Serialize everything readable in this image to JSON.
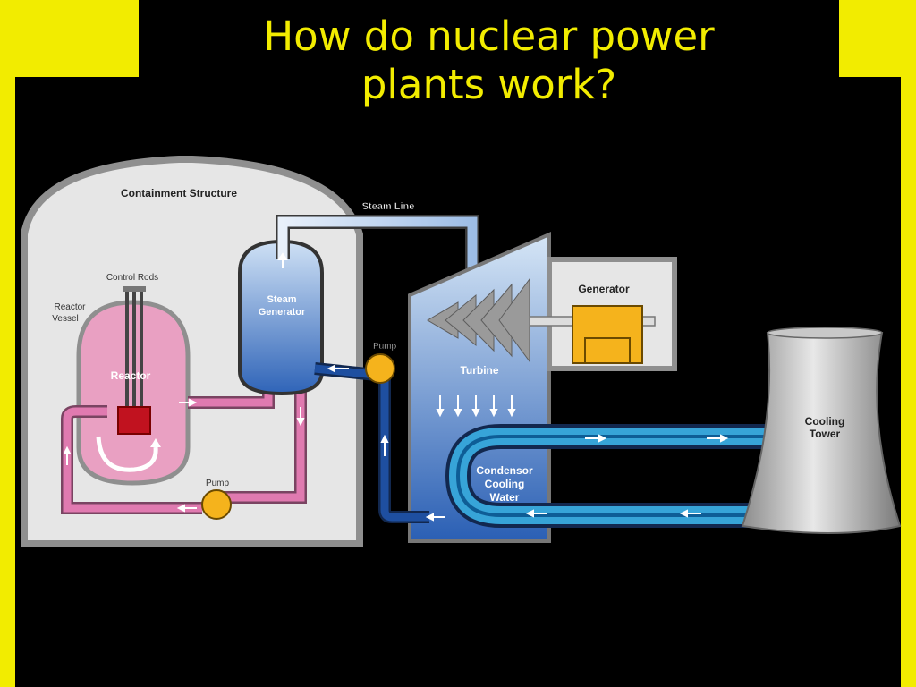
{
  "slide": {
    "title_line1": "How do nuclear power",
    "title_line2": "plants work?"
  },
  "diagram": {
    "labels": {
      "containment": "Containment Structure",
      "steam_line": "Steam Line",
      "control_rods": "Control Rods",
      "reactor_vessel_1": "Reactor",
      "reactor_vessel_2": "Vessel",
      "steam_generator_1": "Steam",
      "steam_generator_2": "Generator",
      "generator": "Generator",
      "pump_top": "Pump",
      "reactor": "Reactor",
      "turbine": "Turbine",
      "cooling_tower_1": "Cooling",
      "cooling_tower_2": "Tower",
      "pump_bottom": "Pump",
      "condensor_1": "Condensor",
      "condensor_2": "Cooling",
      "condensor_3": "Water"
    }
  },
  "colors": {
    "background": "#f2ec00",
    "title_text": "#f2ec00",
    "stage": "#000000",
    "containment": "#e6e6e6",
    "reactor": "#e9a0c2",
    "primary_loop": "#e07ab0",
    "secondary_loop": "#1e4fa0",
    "pump": "#f5b31c",
    "generator": "#f5b31c",
    "tower": "#b0b0b0"
  }
}
